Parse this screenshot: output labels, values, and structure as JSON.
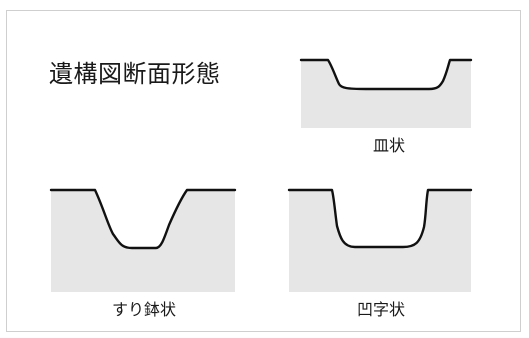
{
  "title": "遺構図断面形態",
  "colors": {
    "fill": "#e6e6e6",
    "line": "#111111",
    "frame": "#cfcfcf"
  },
  "sections": [
    {
      "key": "sara",
      "label": "皿状"
    },
    {
      "key": "suribachi",
      "label": "すり鉢状"
    },
    {
      "key": "ouji",
      "label": "凹字状"
    }
  ]
}
